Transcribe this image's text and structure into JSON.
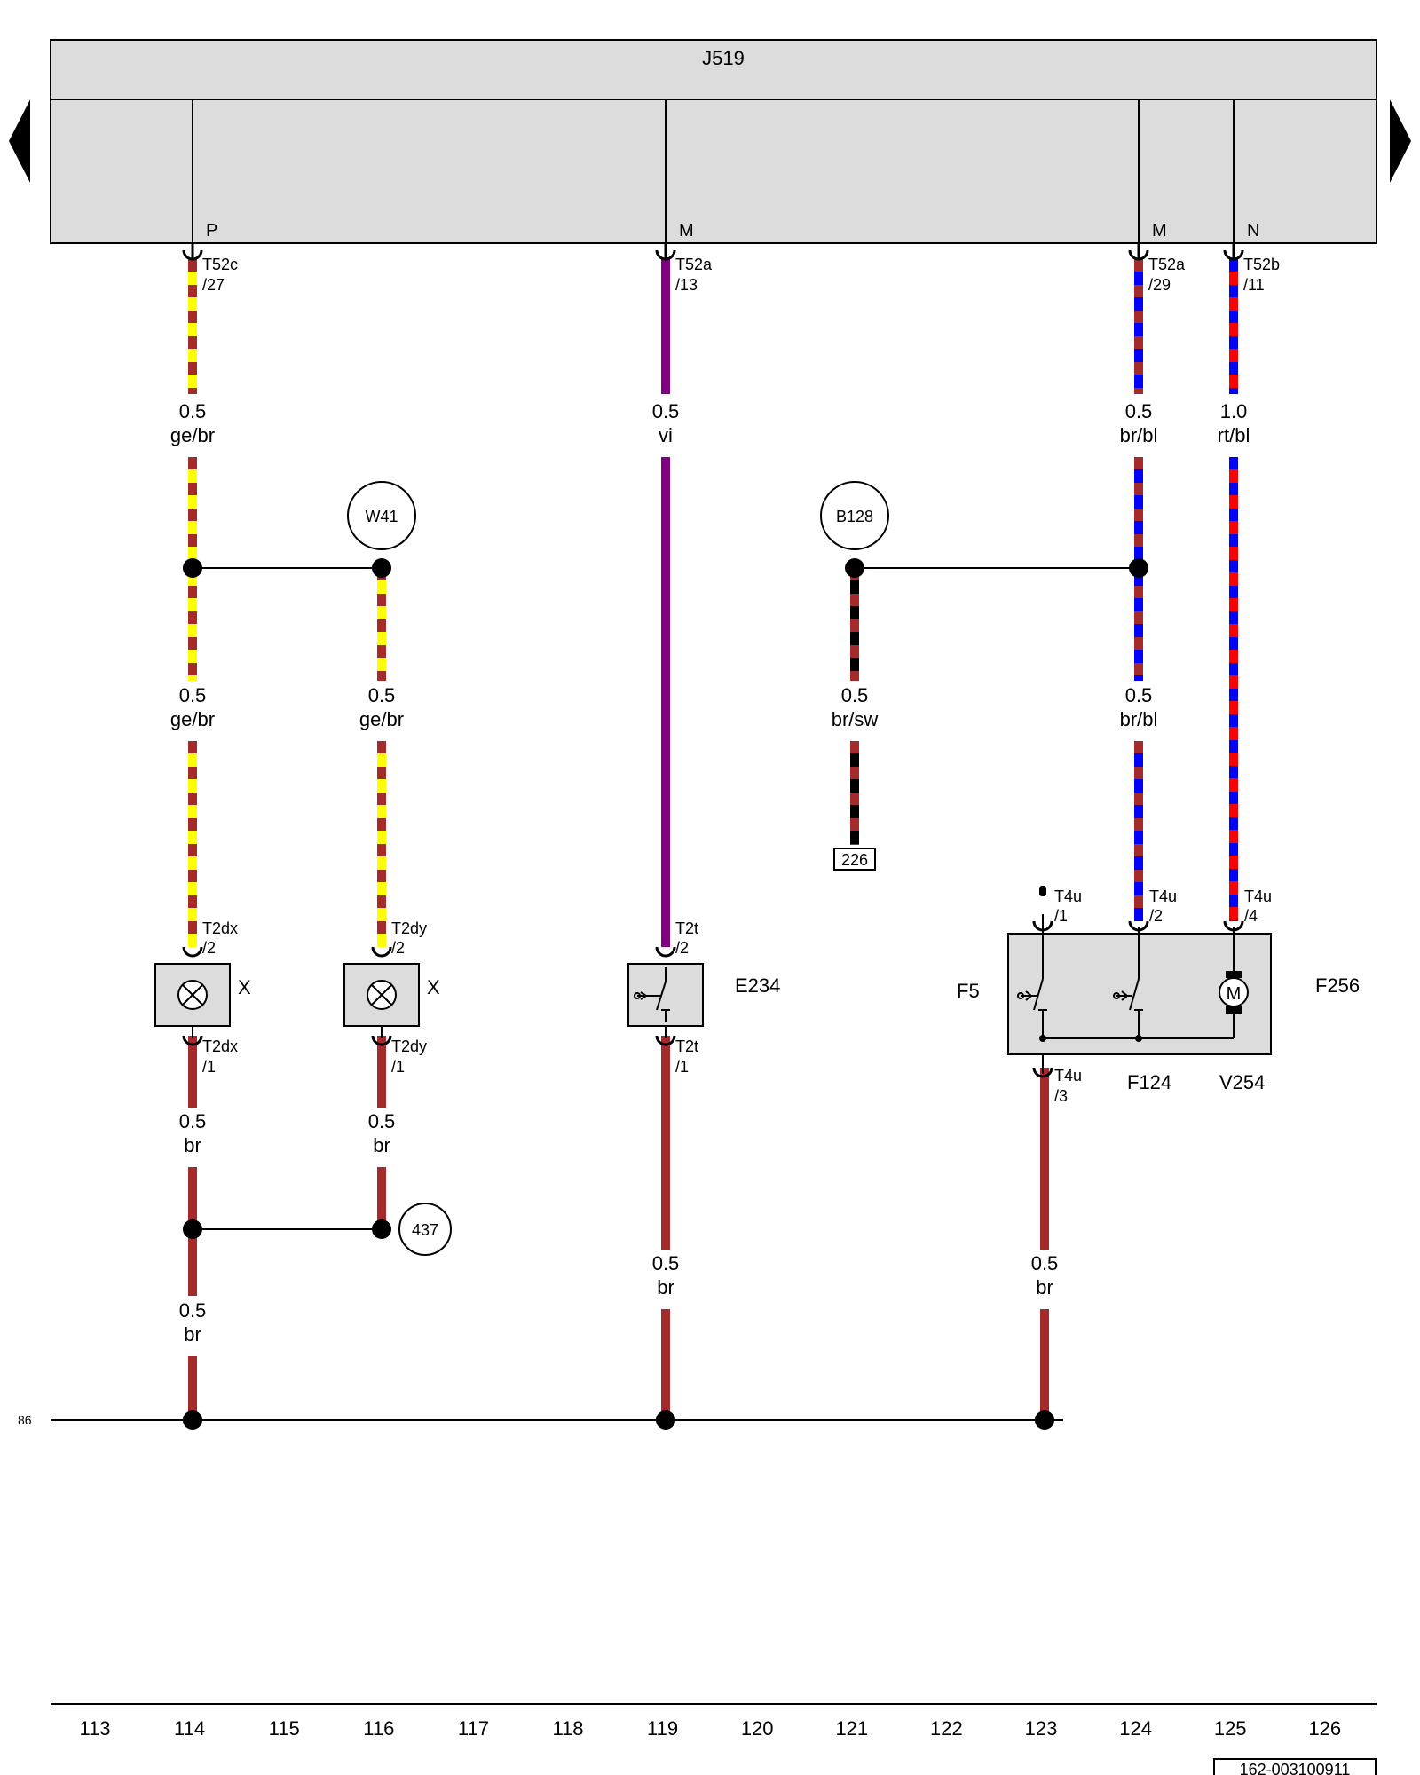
{
  "control_unit": {
    "name": "J519",
    "pin_letters": [
      "P",
      "M",
      "M",
      "N"
    ]
  },
  "connectors": {
    "t52c_27": [
      "T52c",
      "/27"
    ],
    "t52a_13": [
      "T52a",
      "/13"
    ],
    "t52a_29": [
      "T52a",
      "/29"
    ],
    "t52b_11": [
      "T52b",
      "/11"
    ],
    "t2dx_2": [
      "T2dx",
      "/2"
    ],
    "t2dy_2": [
      "T2dy",
      "/2"
    ],
    "t2t_2": [
      "T2t",
      "/2"
    ],
    "t2dx_1": [
      "T2dx",
      "/1"
    ],
    "t2dy_1": [
      "T2dy",
      "/1"
    ],
    "t2t_1": [
      "T2t",
      "/1"
    ],
    "t4u_1": [
      "T4u",
      "/1"
    ],
    "t4u_2": [
      "T4u",
      "/2"
    ],
    "t4u_4": [
      "T4u",
      "/4"
    ],
    "t4u_3": [
      "T4u",
      "/3"
    ]
  },
  "wires": {
    "w114a": [
      "0.5",
      "ge/br"
    ],
    "w119": [
      "0.5",
      "vi"
    ],
    "w124a": [
      "0.5",
      "br/bl"
    ],
    "w125": [
      "1.0",
      "rt/bl"
    ],
    "w114b": [
      "0.5",
      "ge/br"
    ],
    "w116a": [
      "0.5",
      "ge/br"
    ],
    "w121": [
      "0.5",
      "br/sw"
    ],
    "w124b": [
      "0.5",
      "br/bl"
    ],
    "w114c": [
      "0.5",
      "br"
    ],
    "w116b": [
      "0.5",
      "br"
    ],
    "w119b": [
      "0.5",
      "br"
    ],
    "w123": [
      "0.5",
      "br"
    ],
    "w114d": [
      "0.5",
      "br"
    ]
  },
  "splices": {
    "w41": "W41",
    "b128": "B128",
    "s437": "437"
  },
  "reference_box": "226",
  "components": {
    "x1": "X",
    "x2": "X",
    "e234": "E234",
    "f5": "F5",
    "f256": "F256",
    "f124": "F124",
    "v254": "V254",
    "motor_symbol": "M"
  },
  "ground_ref": "86",
  "track_numbers": [
    "113",
    "114",
    "115",
    "116",
    "117",
    "118",
    "119",
    "120",
    "121",
    "122",
    "123",
    "124",
    "125",
    "126"
  ],
  "doc_number": "162-003100911",
  "wire_colors": {
    "ge": "#ffff00",
    "br": "#a52a2a",
    "vi": "#800080",
    "bl": "#0000ff",
    "rt": "#ff0000",
    "sw": "#000000"
  },
  "panel_color": "#dcdcdc",
  "icons": [
    "left-triangle-icon",
    "right-triangle-icon",
    "lamp-icon",
    "switch-icon",
    "motor-icon"
  ]
}
